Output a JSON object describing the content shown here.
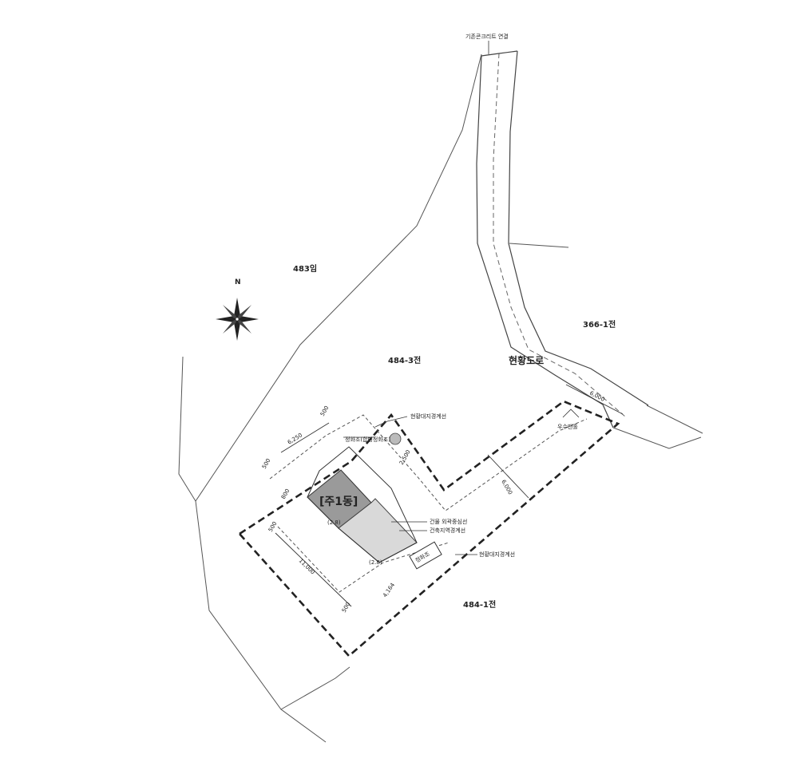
{
  "labels": {
    "lot_483": "483임",
    "lot_484_3": "484-3전",
    "lot_366_1": "366-1전",
    "lot_484_1": "484-1전",
    "road": "현황도로",
    "existing_road_top": "기존콘크리트 연결",
    "building": "[주1동]",
    "north": "N"
  },
  "annotations": {
    "site_line_top": "현황대지경계선",
    "site_line_right": "현황대지경계선",
    "building_setback": "건물 외곽중심선",
    "site_setback": "건축지역경계선",
    "septic": "정화조",
    "sewer": "우수맨홀",
    "top_detail": "정화조(합병정화조)"
  },
  "dimensions": {
    "d_6000_road": "6,000",
    "d_6000_site": "6,000",
    "d_11000": "11,000",
    "d_6250": "6,250",
    "d_2500": "2,500",
    "d_4164": "4,164",
    "d_500_a": "500",
    "d_500_b": "500",
    "d_500_c": "500",
    "d_500_d": "500",
    "d_800": "800",
    "d_2_4": "(2.8)",
    "d_2_4b": "(2.8)"
  },
  "colors": {
    "line": "#222222",
    "building_fill": "#9a9a9a",
    "annex_fill": "#d9d9d9"
  }
}
